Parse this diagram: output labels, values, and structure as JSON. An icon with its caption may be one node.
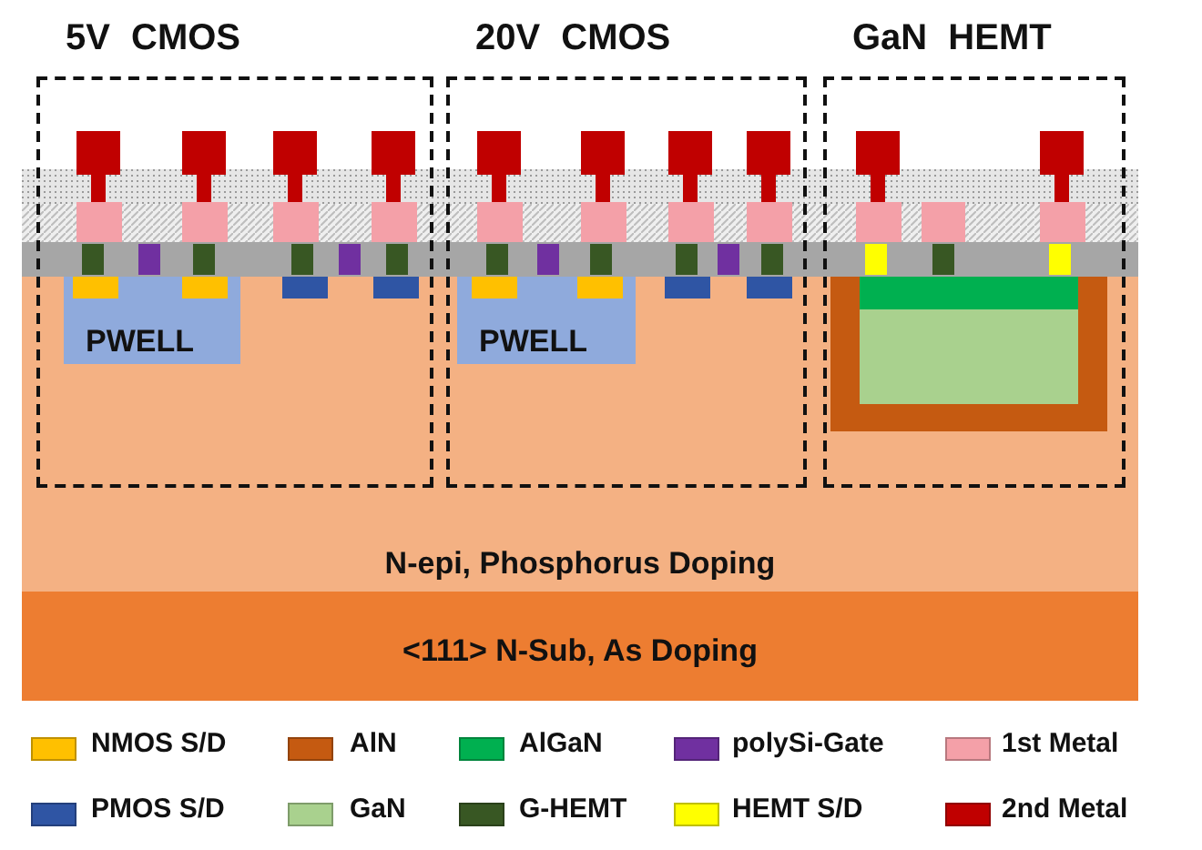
{
  "diagram": {
    "nodes": [
      {
        "text": [
          "5V CMOS"
        ]
      },
      {
        "text": [
          "PWELL"
        ]
      },
      {
        "text": [
          "20V CMOS"
        ]
      },
      {
        "text": [
          "PWELL"
        ]
      },
      {
        "text": [
          "GaN HEMT"
        ]
      },
      {
        "text": [
          "N-epi, Phosphorus Doping"
        ]
      },
      {
        "text": [
          "<111> N-Sub, As Doping"
        ]
      }
    ],
    "edges": [],
    "legend": [
      {
        "text": "NMOS S/D",
        "color": "#ffc000"
      },
      {
        "text": "AlN",
        "color": "#c55a11"
      },
      {
        "text": "AlGaN",
        "color": "#00b050"
      },
      {
        "text": "polySi-Gate",
        "color": "#7030a0"
      },
      {
        "text": "1st Metal",
        "color": "#f4a0a8"
      },
      {
        "text": "PMOS S/D",
        "color": "#2f55a4"
      },
      {
        "text": "GaN",
        "color": "#a9d18e"
      },
      {
        "text": "G-HEMT",
        "color": "#385723"
      },
      {
        "text": "HEMT S/D",
        "color": "#ffff00"
      },
      {
        "text": "2nd Metal",
        "color": "#c00000"
      }
    ]
  }
}
